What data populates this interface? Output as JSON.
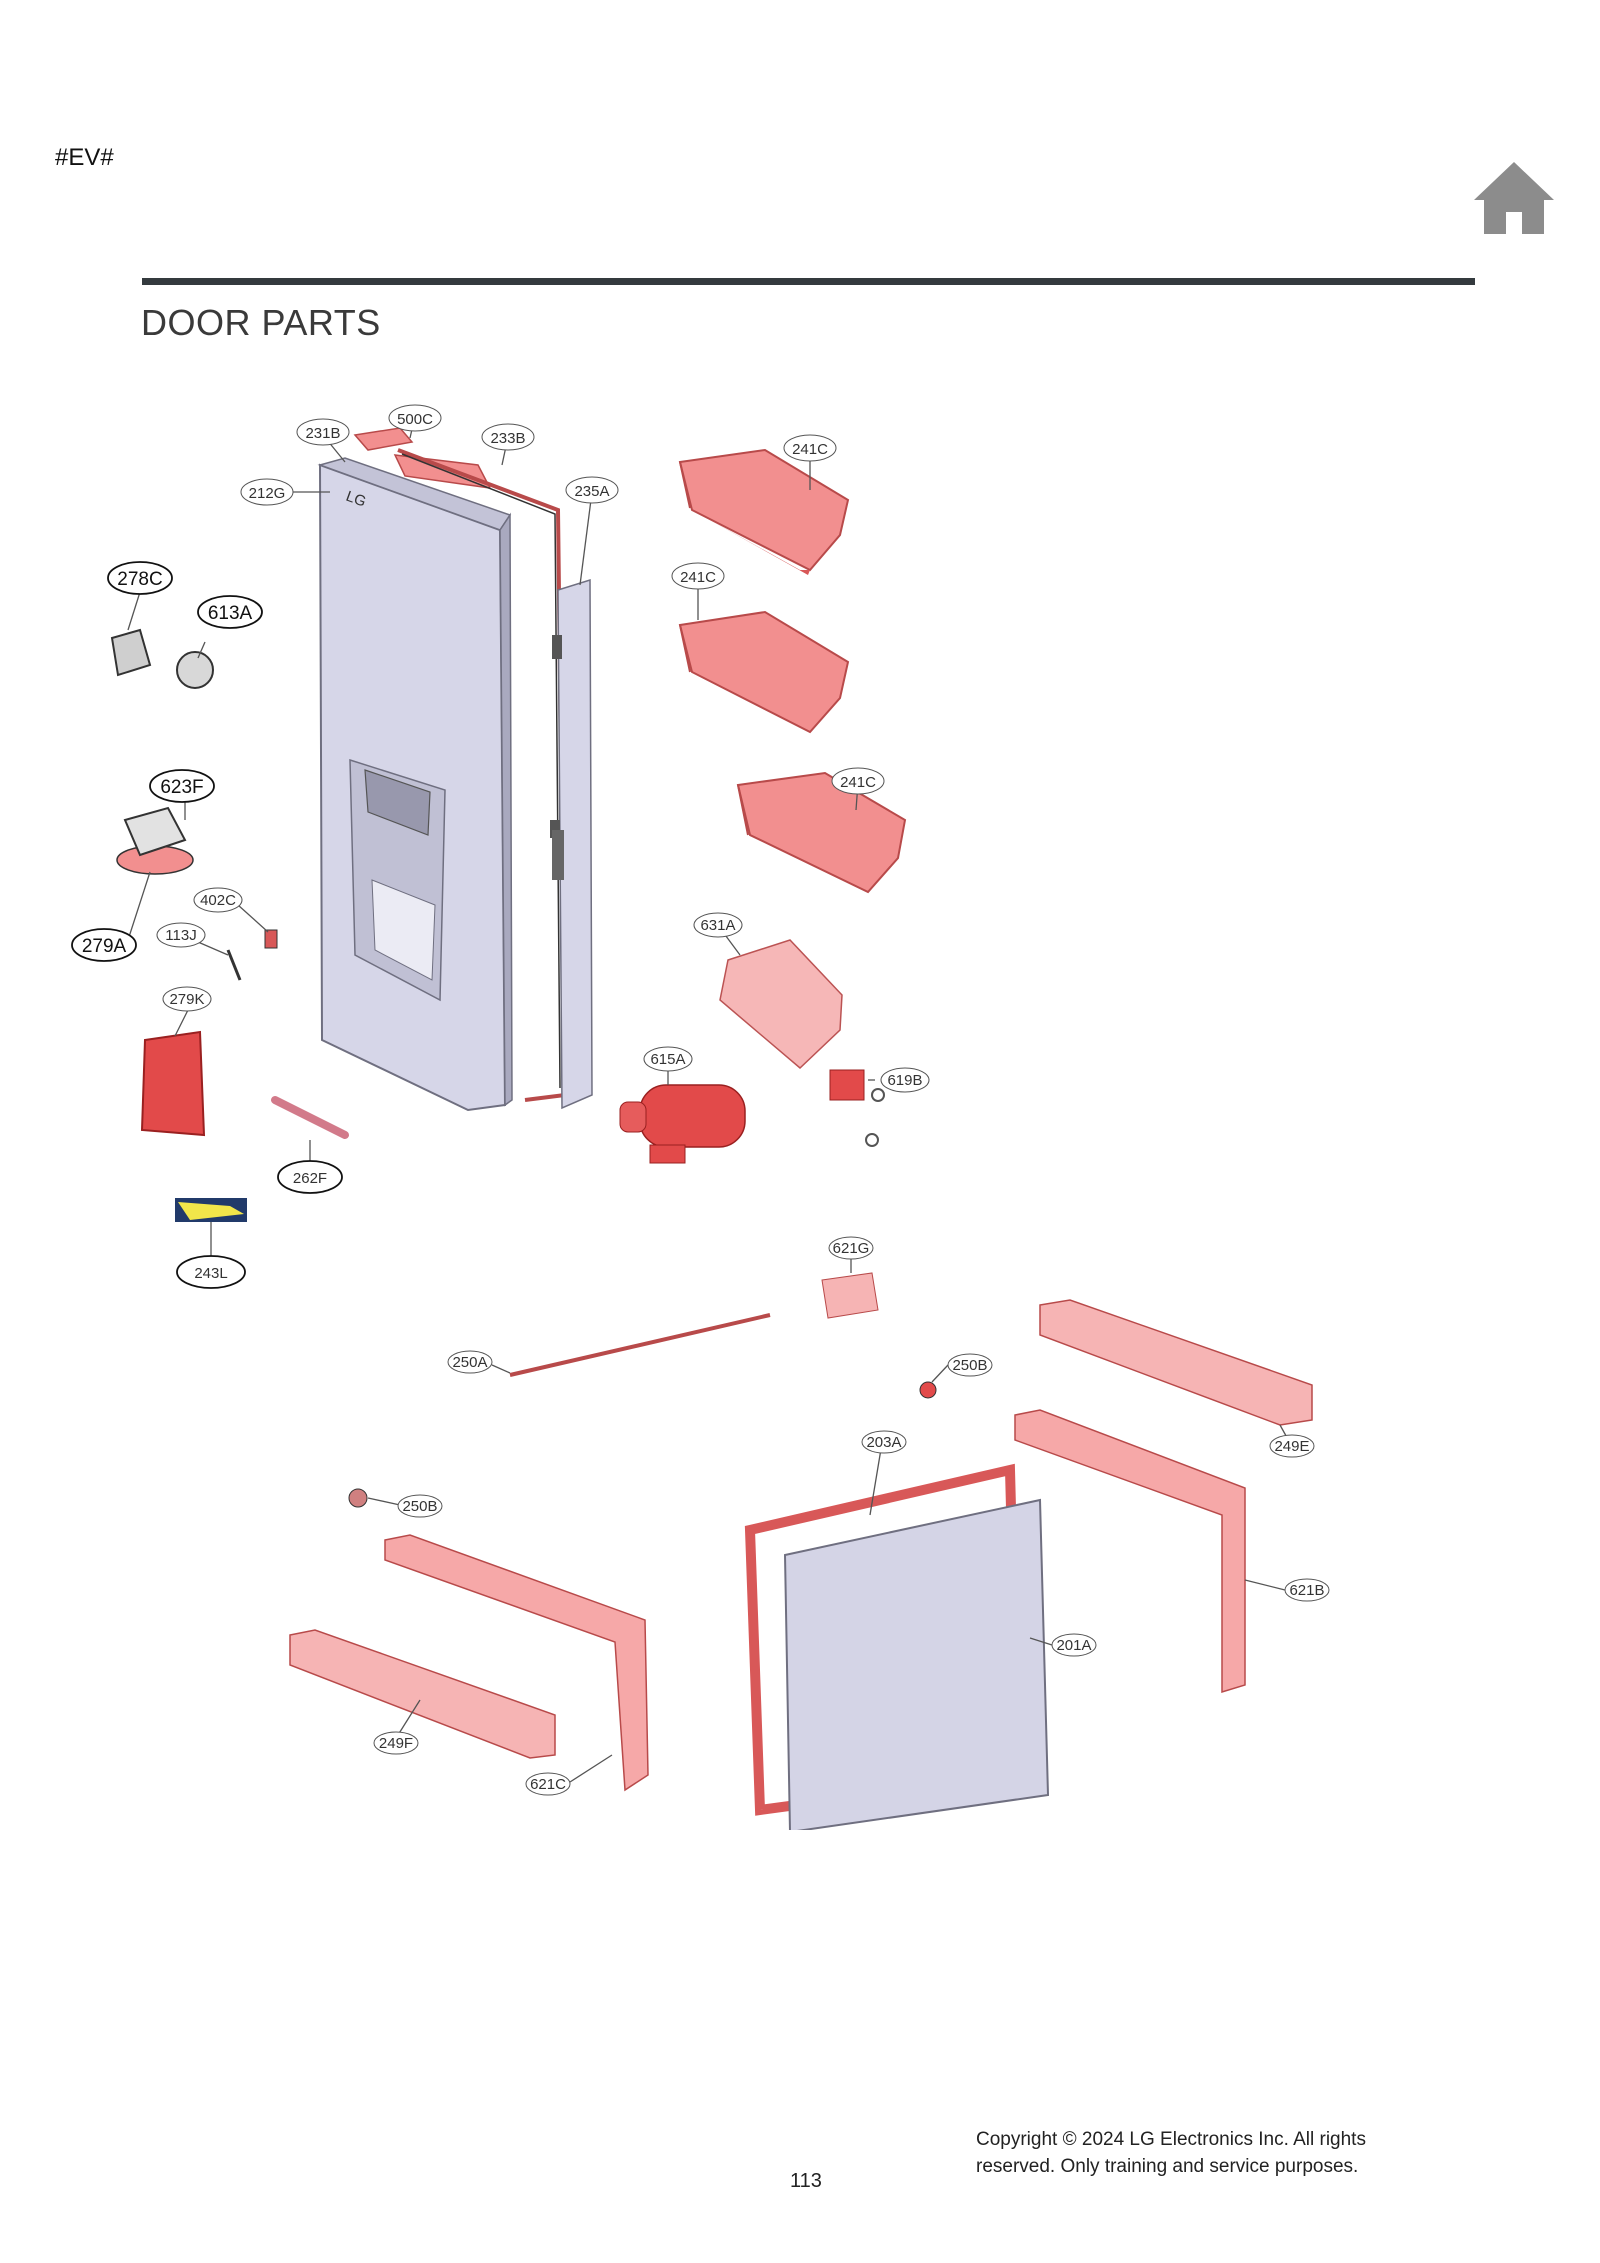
{
  "header": {
    "tag": "#EV#",
    "home_icon": "home-icon",
    "title": "DOOR PARTS"
  },
  "colors": {
    "part_red": "#f28f8f",
    "part_red_dark": "#d85858",
    "door_panel": "#d4d4e6",
    "rule": "#343a3e",
    "home_icon": "#8c8c8c"
  },
  "callouts": [
    {
      "id": "500C",
      "bold": false
    },
    {
      "id": "231B",
      "bold": false
    },
    {
      "id": "233B",
      "bold": false
    },
    {
      "id": "212G",
      "bold": false
    },
    {
      "id": "235A",
      "bold": false
    },
    {
      "id": "241C",
      "bold": false
    },
    {
      "id": "241C",
      "bold": false
    },
    {
      "id": "241C",
      "bold": false
    },
    {
      "id": "278C",
      "bold": true
    },
    {
      "id": "613A",
      "bold": true
    },
    {
      "id": "623F",
      "bold": true
    },
    {
      "id": "279A",
      "bold": true
    },
    {
      "id": "402C",
      "bold": false
    },
    {
      "id": "113J",
      "bold": false
    },
    {
      "id": "279K",
      "bold": false
    },
    {
      "id": "631A",
      "bold": false
    },
    {
      "id": "615A",
      "bold": false
    },
    {
      "id": "619B",
      "bold": false
    },
    {
      "id": "262F",
      "bold": true
    },
    {
      "id": "243L",
      "bold": true
    },
    {
      "id": "621G",
      "bold": false
    },
    {
      "id": "250A",
      "bold": false
    },
    {
      "id": "250B",
      "bold": false
    },
    {
      "id": "249E",
      "bold": false
    },
    {
      "id": "203A",
      "bold": false
    },
    {
      "id": "250B",
      "bold": false
    },
    {
      "id": "621B",
      "bold": false
    },
    {
      "id": "201A",
      "bold": false
    },
    {
      "id": "249F",
      "bold": false
    },
    {
      "id": "621C",
      "bold": false
    }
  ],
  "footer": {
    "copyright_line1": "Copyright © 2024 LG Electronics Inc. All rights",
    "copyright_line2": "reserved. Only training and service purposes.",
    "page_number": "113"
  }
}
